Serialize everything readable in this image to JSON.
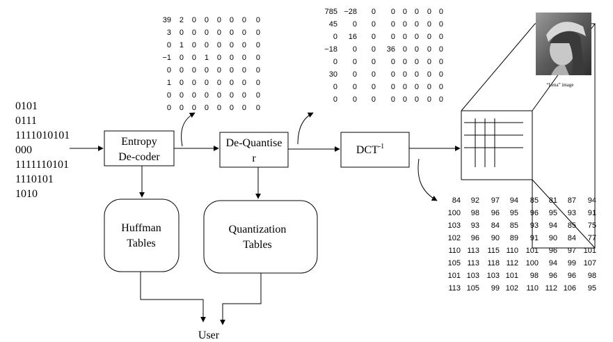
{
  "bitstream": [
    "0101",
    "0111",
    "1111010101",
    "000",
    "1111110101",
    "1110101",
    "1010"
  ],
  "blocks": {
    "entropy": [
      "Entropy",
      "De-coder"
    ],
    "dequant": [
      "De-Quantise",
      "r"
    ],
    "idct": {
      "base": "DCT",
      "sup": "-1"
    },
    "huffman": [
      "Huffman",
      "Tables"
    ],
    "quant": [
      "Quantization",
      "Tables"
    ],
    "user": "User"
  },
  "image_caption": "“Lena” image",
  "matrices": {
    "quantized": [
      [
        "39",
        "2",
        "0",
        "0",
        "0",
        "0",
        "0",
        "0"
      ],
      [
        "3",
        "0",
        "0",
        "0",
        "0",
        "0",
        "0",
        "0"
      ],
      [
        "0",
        "1",
        "0",
        "0",
        "0",
        "0",
        "0",
        "0"
      ],
      [
        "−1",
        "0",
        "0",
        "1",
        "0",
        "0",
        "0",
        "0"
      ],
      [
        "0",
        "0",
        "0",
        "0",
        "0",
        "0",
        "0",
        "0"
      ],
      [
        "1",
        "0",
        "0",
        "0",
        "0",
        "0",
        "0",
        "0"
      ],
      [
        "0",
        "0",
        "0",
        "0",
        "0",
        "0",
        "0",
        "0"
      ],
      [
        "0",
        "0",
        "0",
        "0",
        "0",
        "0",
        "0",
        "0"
      ]
    ],
    "dequantized": [
      [
        "785",
        "−28",
        "0",
        "0",
        "0",
        "0",
        "0",
        "0"
      ],
      [
        "45",
        "0",
        "0",
        "0",
        "0",
        "0",
        "0",
        "0"
      ],
      [
        "0",
        "16",
        "0",
        "0",
        "0",
        "0",
        "0",
        "0"
      ],
      [
        "−18",
        "0",
        "0",
        "36",
        "0",
        "0",
        "0",
        "0"
      ],
      [
        "0",
        "0",
        "0",
        "0",
        "0",
        "0",
        "0",
        "0"
      ],
      [
        "30",
        "0",
        "0",
        "0",
        "0",
        "0",
        "0",
        "0"
      ],
      [
        "0",
        "0",
        "0",
        "0",
        "0",
        "0",
        "0",
        "0"
      ],
      [
        "0",
        "0",
        "0",
        "0",
        "0",
        "0",
        "0",
        "0"
      ]
    ],
    "pixels": [
      [
        "84",
        "92",
        "97",
        "94",
        "85",
        "81",
        "87",
        "94"
      ],
      [
        "100",
        "98",
        "96",
        "95",
        "96",
        "95",
        "93",
        "91"
      ],
      [
        "103",
        "93",
        "84",
        "85",
        "93",
        "94",
        "85",
        "75"
      ],
      [
        "102",
        "96",
        "90",
        "89",
        "91",
        "90",
        "84",
        "77"
      ],
      [
        "110",
        "113",
        "115",
        "110",
        "101",
        "96",
        "97",
        "101"
      ],
      [
        "105",
        "113",
        "118",
        "112",
        "100",
        "94",
        "99",
        "107"
      ],
      [
        "101",
        "103",
        "103",
        "101",
        "98",
        "96",
        "96",
        "98"
      ],
      [
        "113",
        "105",
        "99",
        "102",
        "110",
        "112",
        "106",
        "95"
      ]
    ]
  }
}
